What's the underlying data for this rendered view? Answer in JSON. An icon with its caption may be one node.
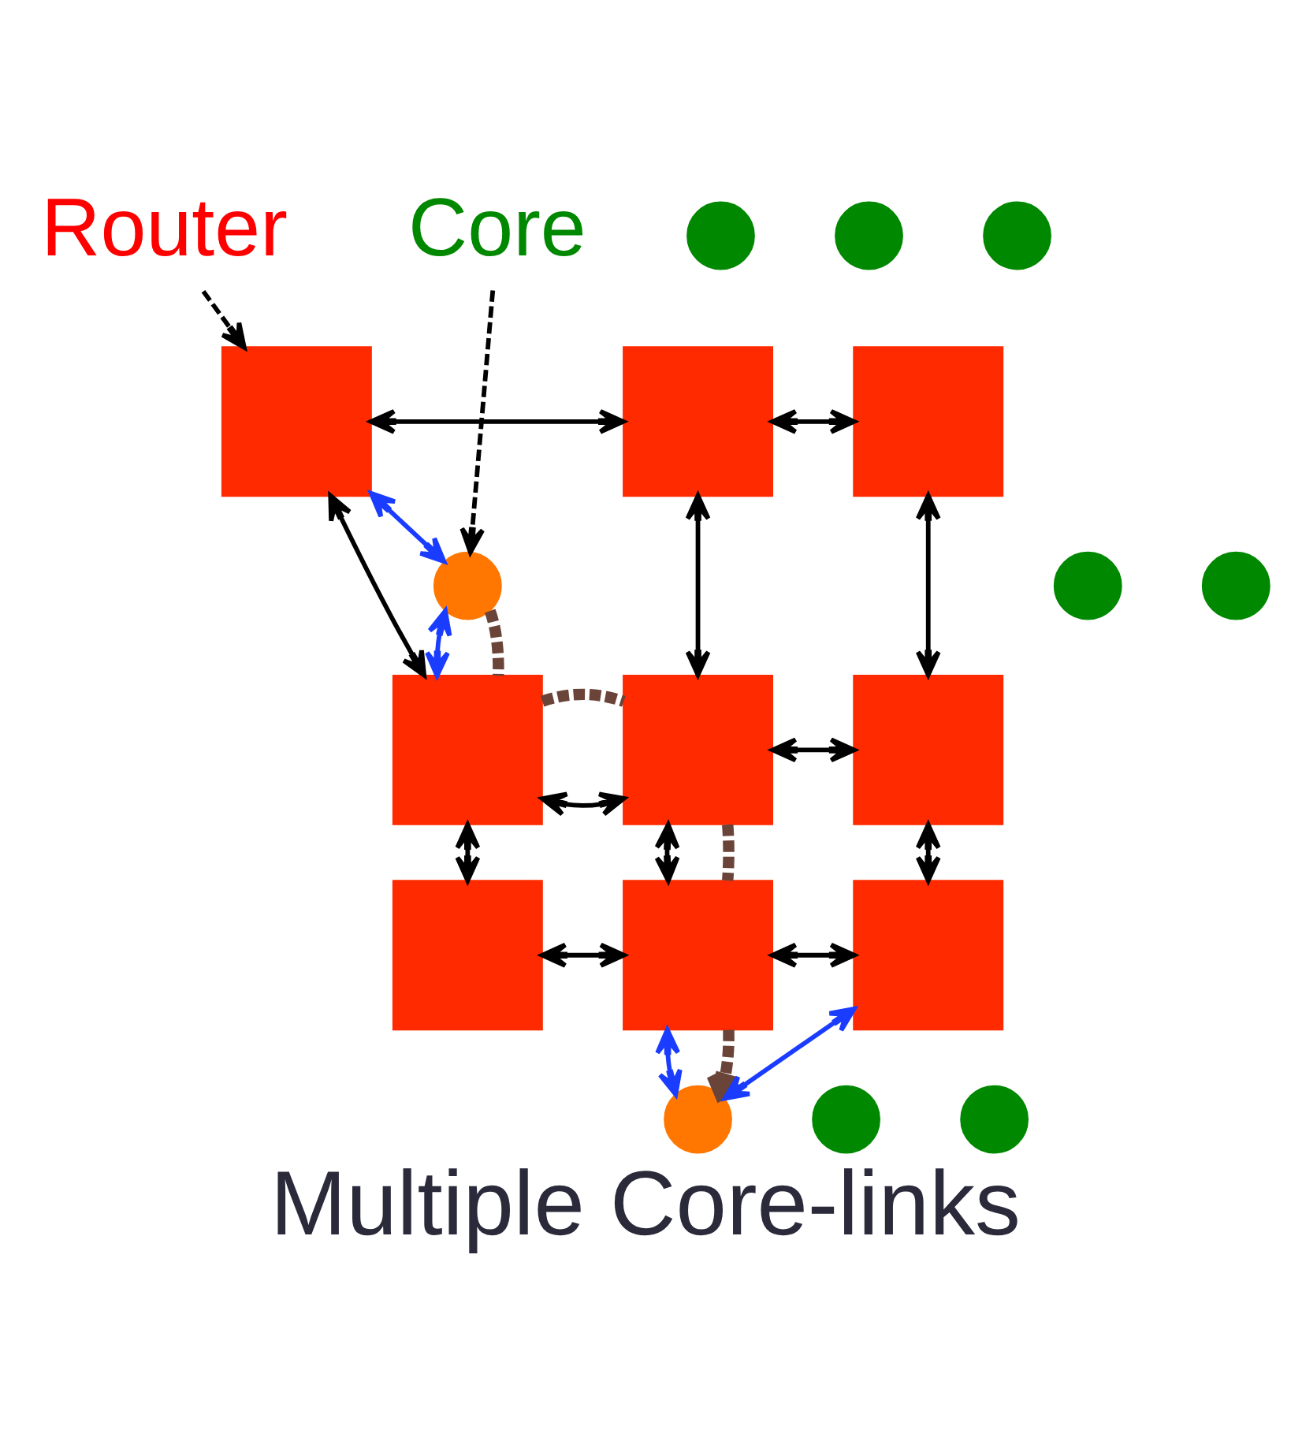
{
  "diagram": {
    "caption": "Multiple Core-links",
    "nodes": [
      {
        "text": [
          "Router"
        ]
      },
      {
        "text": [
          "Core"
        ]
      },
      {
        "text": [],
        "shape": "box"
      },
      {
        "text": [],
        "shape": "box"
      },
      {
        "text": [],
        "shape": "box"
      },
      {
        "text": [],
        "shape": "circle"
      },
      {
        "text": [],
        "shape": "circle"
      },
      {
        "text": [],
        "shape": "circle"
      },
      {
        "text": [],
        "shape": "box"
      },
      {
        "text": [],
        "shape": "box"
      },
      {
        "text": [],
        "shape": "box"
      },
      {
        "text": [],
        "shape": "circle"
      },
      {
        "text": [],
        "shape": "circle"
      },
      {
        "text": [],
        "shape": "circle"
      },
      {
        "text": [],
        "shape": "box"
      },
      {
        "text": [],
        "shape": "box"
      },
      {
        "text": [],
        "shape": "box"
      },
      {
        "text": [],
        "shape": "circle"
      },
      {
        "text": [],
        "shape": "circle"
      },
      {
        "text": [],
        "shape": "circle"
      }
    ],
    "edges": [
      {
        "from": 0,
        "to": 2,
        "arrow": "to",
        "style": "dashed"
      },
      {
        "from": 1,
        "to": 5,
        "arrow": "to",
        "style": "dashed"
      },
      {
        "from": 2,
        "to": 3,
        "arrow": "both"
      },
      {
        "from": 3,
        "to": 4,
        "arrow": "both"
      },
      {
        "from": 2,
        "to": 8,
        "arrow": "both"
      },
      {
        "from": 3,
        "to": 9,
        "arrow": "both"
      },
      {
        "from": 4,
        "to": 10,
        "arrow": "both"
      },
      {
        "from": 8,
        "to": 9,
        "arrow": "both"
      },
      {
        "from": 9,
        "to": 10,
        "arrow": "both"
      },
      {
        "from": 8,
        "to": 14,
        "arrow": "both"
      },
      {
        "from": 9,
        "to": 15,
        "arrow": "both"
      },
      {
        "from": 10,
        "to": 16,
        "arrow": "both"
      },
      {
        "from": 14,
        "to": 15,
        "arrow": "both"
      },
      {
        "from": 15,
        "to": 16,
        "arrow": "both"
      },
      {
        "from": 2,
        "to": 5,
        "arrow": "both",
        "color": "#1a3cff"
      },
      {
        "from": 5,
        "to": 8,
        "arrow": "both",
        "color": "#1a3cff"
      },
      {
        "from": 15,
        "to": 19,
        "arrow": "both",
        "color": "#1a3cff"
      },
      {
        "from": 16,
        "to": 19,
        "arrow": "both",
        "color": "#1a3cff"
      },
      {
        "from": 5,
        "to": 8,
        "arrow": "none",
        "style": "dashed",
        "color": "#6b4439"
      },
      {
        "from": 8,
        "to": 9,
        "arrow": "none",
        "style": "dashed",
        "color": "#6b4439"
      },
      {
        "from": 9,
        "to": 15,
        "arrow": "none",
        "style": "dashed",
        "color": "#6b4439"
      },
      {
        "from": 15,
        "to": 19,
        "arrow": "to",
        "style": "dashed",
        "color": "#6b4439"
      }
    ]
  }
}
